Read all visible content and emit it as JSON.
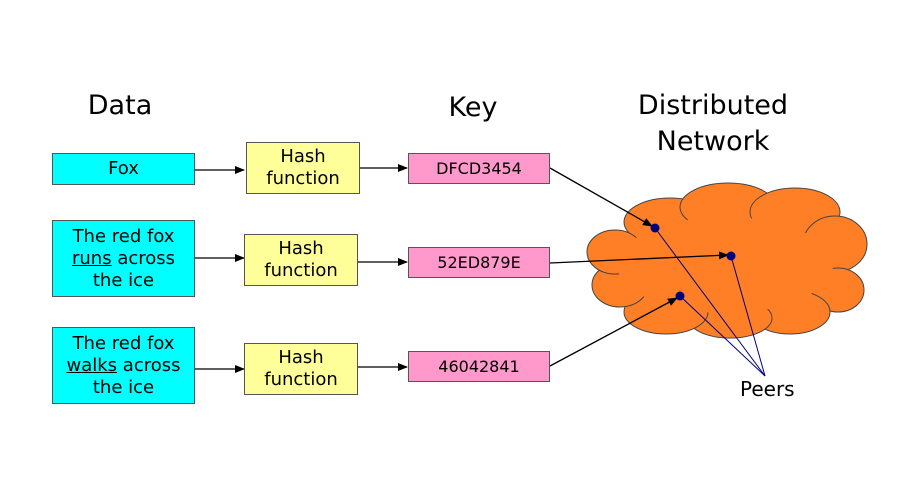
{
  "headers": {
    "data": "Data",
    "key": "Key",
    "network_line1": "Distributed",
    "network_line2": "Network"
  },
  "rows": [
    {
      "data": {
        "line1": "Fox"
      },
      "hash_line1": "Hash",
      "hash_line2": "function",
      "key": "DFCD3454"
    },
    {
      "data": {
        "line1": "The red fox",
        "line2_u": "runs",
        "line2_rest": " across",
        "line3": "the ice"
      },
      "hash_line1": "Hash",
      "hash_line2": "function",
      "key": "52ED879E"
    },
    {
      "data": {
        "line1": "The red fox",
        "line2_u": "walks",
        "line2_rest": " across",
        "line3": "the ice"
      },
      "hash_line1": "Hash",
      "hash_line2": "function",
      "key": "46042841"
    }
  ],
  "peers_label": "Peers",
  "colors": {
    "data_box": "#00ffff",
    "hash_box": "#ffff99",
    "key_box": "#ff99cc",
    "cloud": "#ff7f27",
    "peer_dot": "#000080"
  }
}
